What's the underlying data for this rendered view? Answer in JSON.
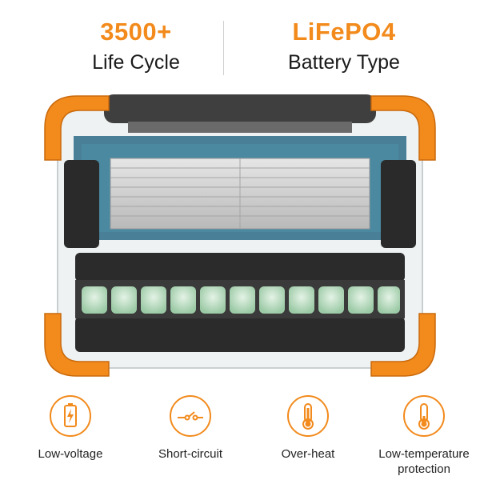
{
  "specs": [
    {
      "value": "3500+",
      "label": "Life Cycle"
    },
    {
      "value": "LiFePO4",
      "label": "Battery Type"
    }
  ],
  "features": [
    {
      "icon": "battery-bolt-icon",
      "label": "Low-voltage"
    },
    {
      "icon": "circuit-switch-icon",
      "label": "Short-circuit"
    },
    {
      "icon": "thermometer-high-icon",
      "label": "Over-heat"
    },
    {
      "icon": "thermometer-low-icon",
      "label": "Low-temperature",
      "label2": "protection"
    }
  ],
  "colors": {
    "accent": "#f28a1c",
    "text": "#1a1a1a",
    "cell": "#b8dcc0",
    "frame": "#555555"
  }
}
